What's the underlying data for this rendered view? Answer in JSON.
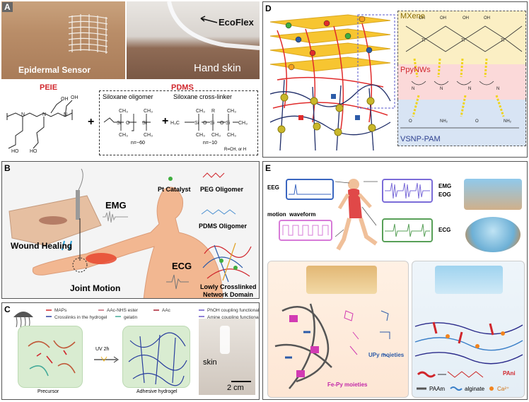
{
  "panels": {
    "A": {
      "label": "A",
      "photo_left_caption": "Epidermal Sensor",
      "photo_right_arrow_label": "EcoFlex",
      "photo_right_caption": "Hand skin",
      "polymer_left": "PEIE",
      "polymer_right": "PDMS",
      "siloxane_oligomer": "Siloxane oligomer",
      "siloxane_crosslinker": "Siloxane cross-linker",
      "n_oligomer": "n=~60",
      "n_crosslinker": "n=~10",
      "r_note": "R=CH, or H",
      "plus": "+"
    },
    "B": {
      "label": "B",
      "emg": "EMG",
      "wound_healing": "Wound Healing",
      "joint_motion": "Joint Motion",
      "ecg": "ECG",
      "pt_catalyst": "Pt Catalyst",
      "peg_oligomer": "PEG Oligomer",
      "pdms_oligomer": "PDMS Oligomer",
      "network_domain_1": "Lowly Crosslinked",
      "network_domain_2": "Network Domain"
    },
    "C": {
      "label": "C",
      "legend": [
        "MAPs",
        "AAc-NHS ester",
        "AAc",
        "Crosslinks in the hydrogel",
        "gelatin",
        "PhOH coupling functional group",
        "Amine coupling functional group"
      ],
      "arrow_label": "UV 2h",
      "precursor": "Precursor",
      "adhesive_hydrogel": "Adhesive hydrogel",
      "photo_caption": "skin",
      "scale_bar": "2 cm"
    },
    "D": {
      "label": "D",
      "mxene": "MXene",
      "ppynws": "PpyNWs",
      "vsnp_pam": "VSNP-PAM"
    },
    "E": {
      "label": "E",
      "eeg": "EEG",
      "motion_waveform": "motion  waveform",
      "emg_eog_1": "EMG",
      "emg_eog_2": "EOG",
      "ecg": "ECG",
      "fe_py": "Fe-Py moieties",
      "upy": "UPy moieties",
      "pani": "PAni",
      "legend_paam": "PAAm",
      "legend_alginate": "alginate",
      "legend_ca": "Ca²⁺"
    }
  },
  "colors": {
    "red_label": "#d0262c",
    "mxene_bg": "#fbefc4",
    "ppy_bg": "#fbd9d9",
    "vsnp_bg": "#d8e4f4",
    "panel_b_bg": "#f4f4f4"
  }
}
